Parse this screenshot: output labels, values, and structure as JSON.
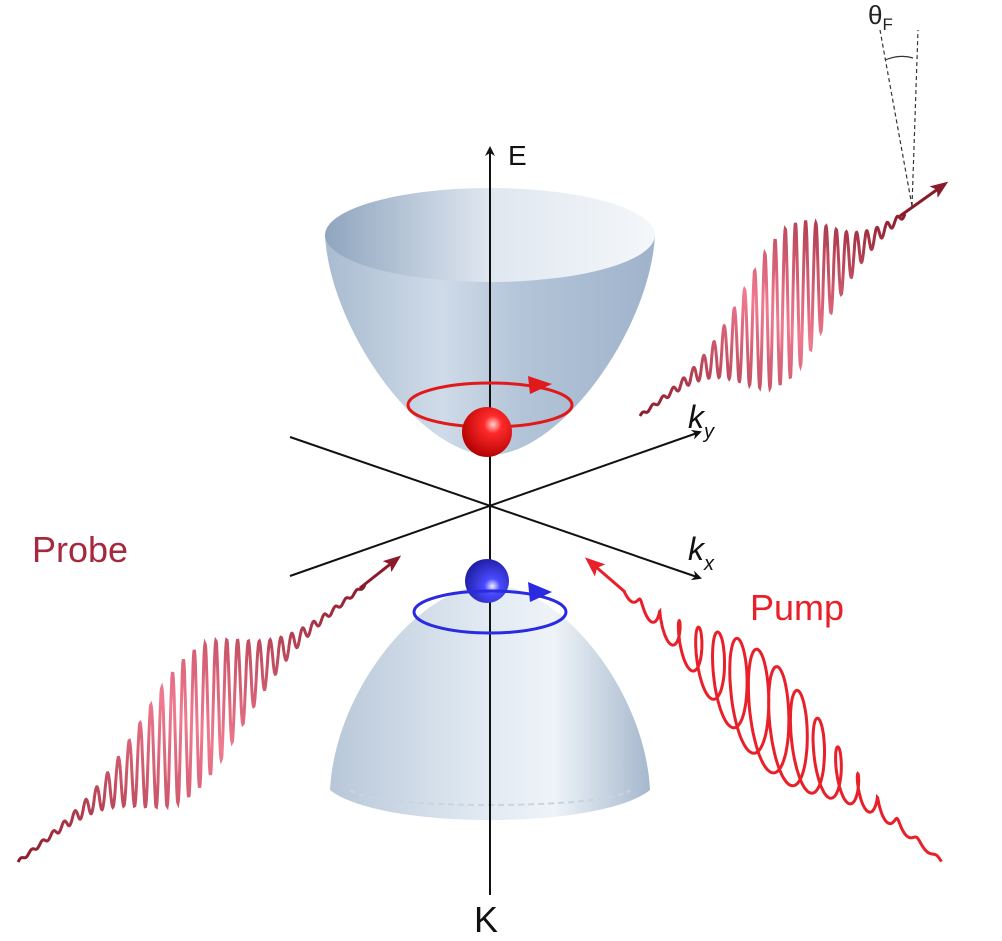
{
  "labels": {
    "energy_axis": "E",
    "ky_axis": "k",
    "ky_sub": "y",
    "kx_axis": "k",
    "kx_sub": "x",
    "valley": "K",
    "probe": "Probe",
    "pump": "Pump",
    "faraday_angle": "θ",
    "faraday_sub": "F"
  },
  "colors": {
    "probe_dark": "#8b1a2a",
    "probe_light": "#f07a90",
    "pump": "#e8202a",
    "electron": "#e01010",
    "hole": "#2a2ae0",
    "cone": "#b7c7d9",
    "axis": "#111111"
  }
}
